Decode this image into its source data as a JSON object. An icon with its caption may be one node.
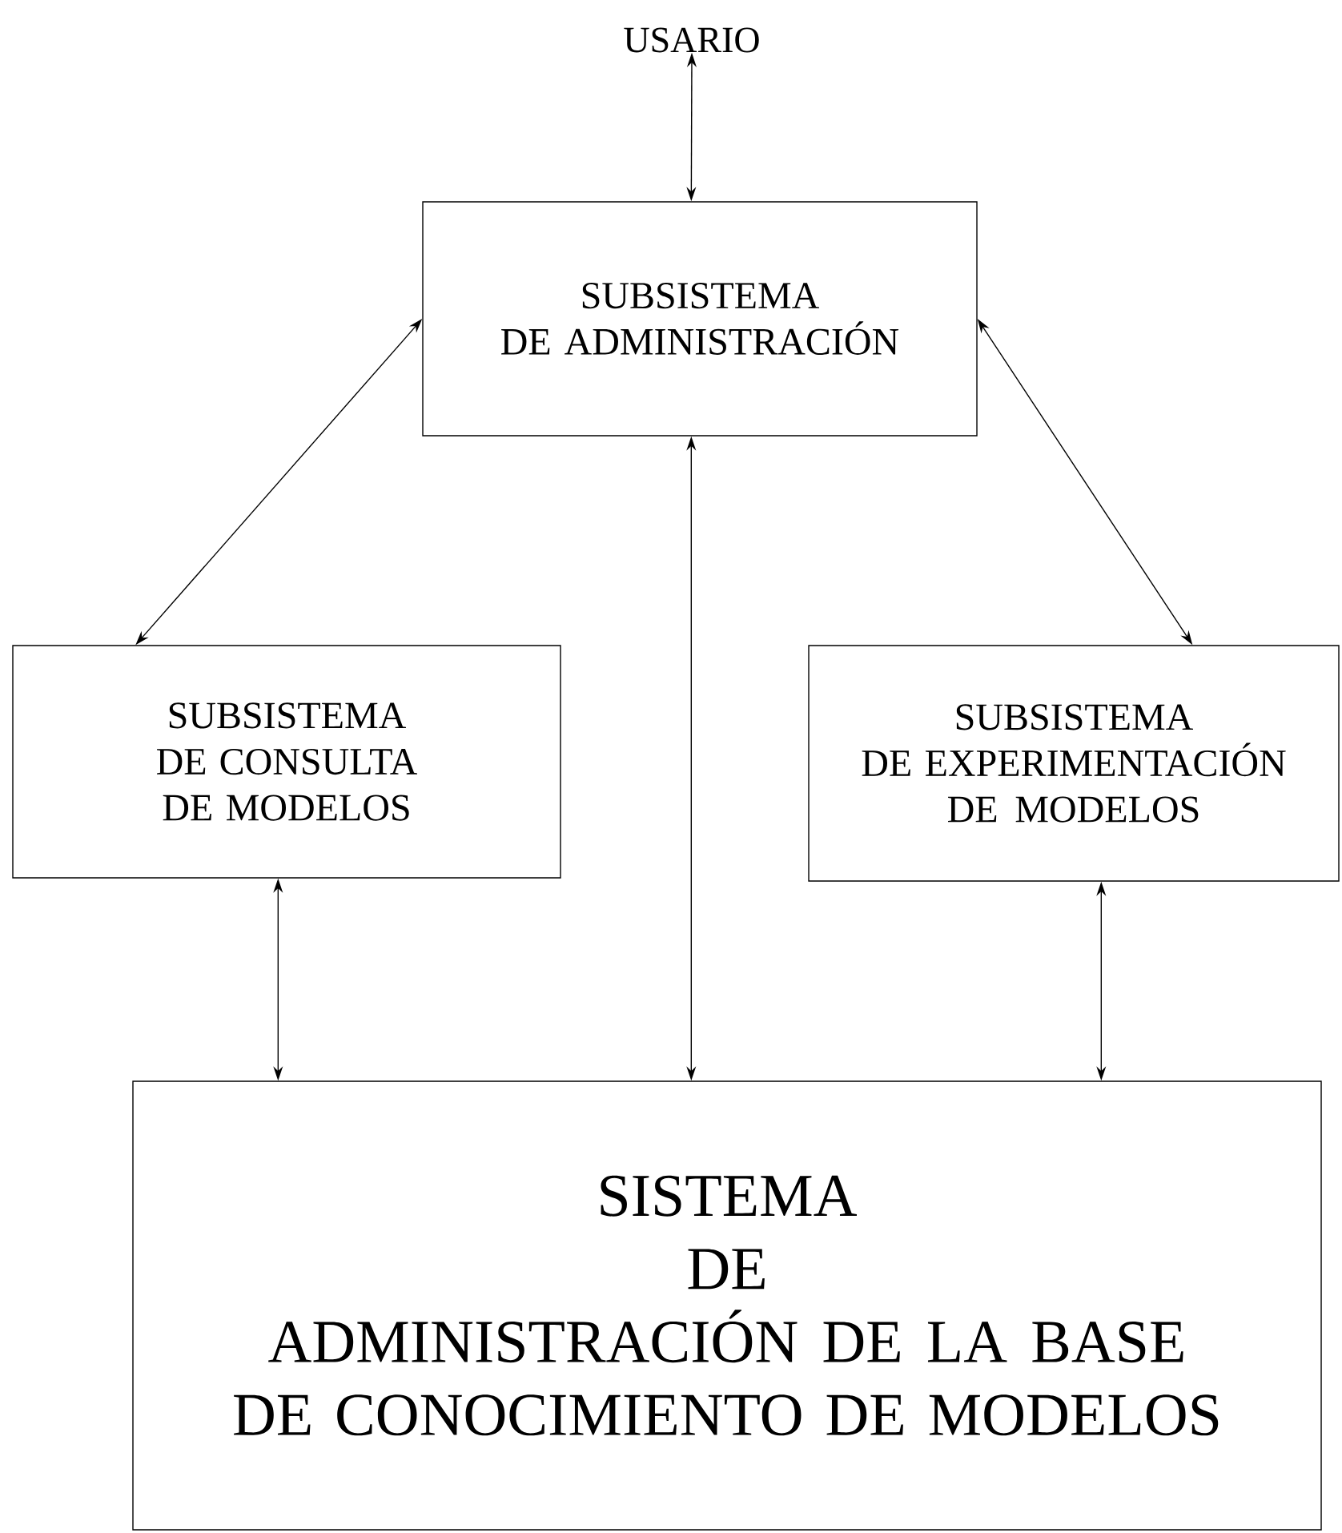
{
  "diagram": {
    "nodes": [
      {
        "text": [
          "USARIO"
        ]
      },
      {
        "text": [
          "SUBSISTEMA DE ADMINISTRACIÓN"
        ]
      },
      {
        "text": [
          "SUBSISTEMA DE CONSULTA DE MODELOS"
        ]
      },
      {
        "text": [
          "SUBSISTEMA DE EXPERIMENTACIÓN DE MODELOS"
        ]
      },
      {
        "text": [
          "SISTEMA DE ADMINISTRACIÓN DE LA BASE DE CONOCIMIENTO DE MODELOS"
        ]
      }
    ],
    "edges": [
      {
        "from": 0,
        "to": 1,
        "arrow": "both"
      },
      {
        "from": 1,
        "to": 2,
        "arrow": "both"
      },
      {
        "from": 1,
        "to": 3,
        "arrow": "both"
      },
      {
        "from": 1,
        "to": 4,
        "arrow": "both"
      },
      {
        "from": 2,
        "to": 4,
        "arrow": "both"
      },
      {
        "from": 3,
        "to": 4,
        "arrow": "both"
      }
    ]
  }
}
